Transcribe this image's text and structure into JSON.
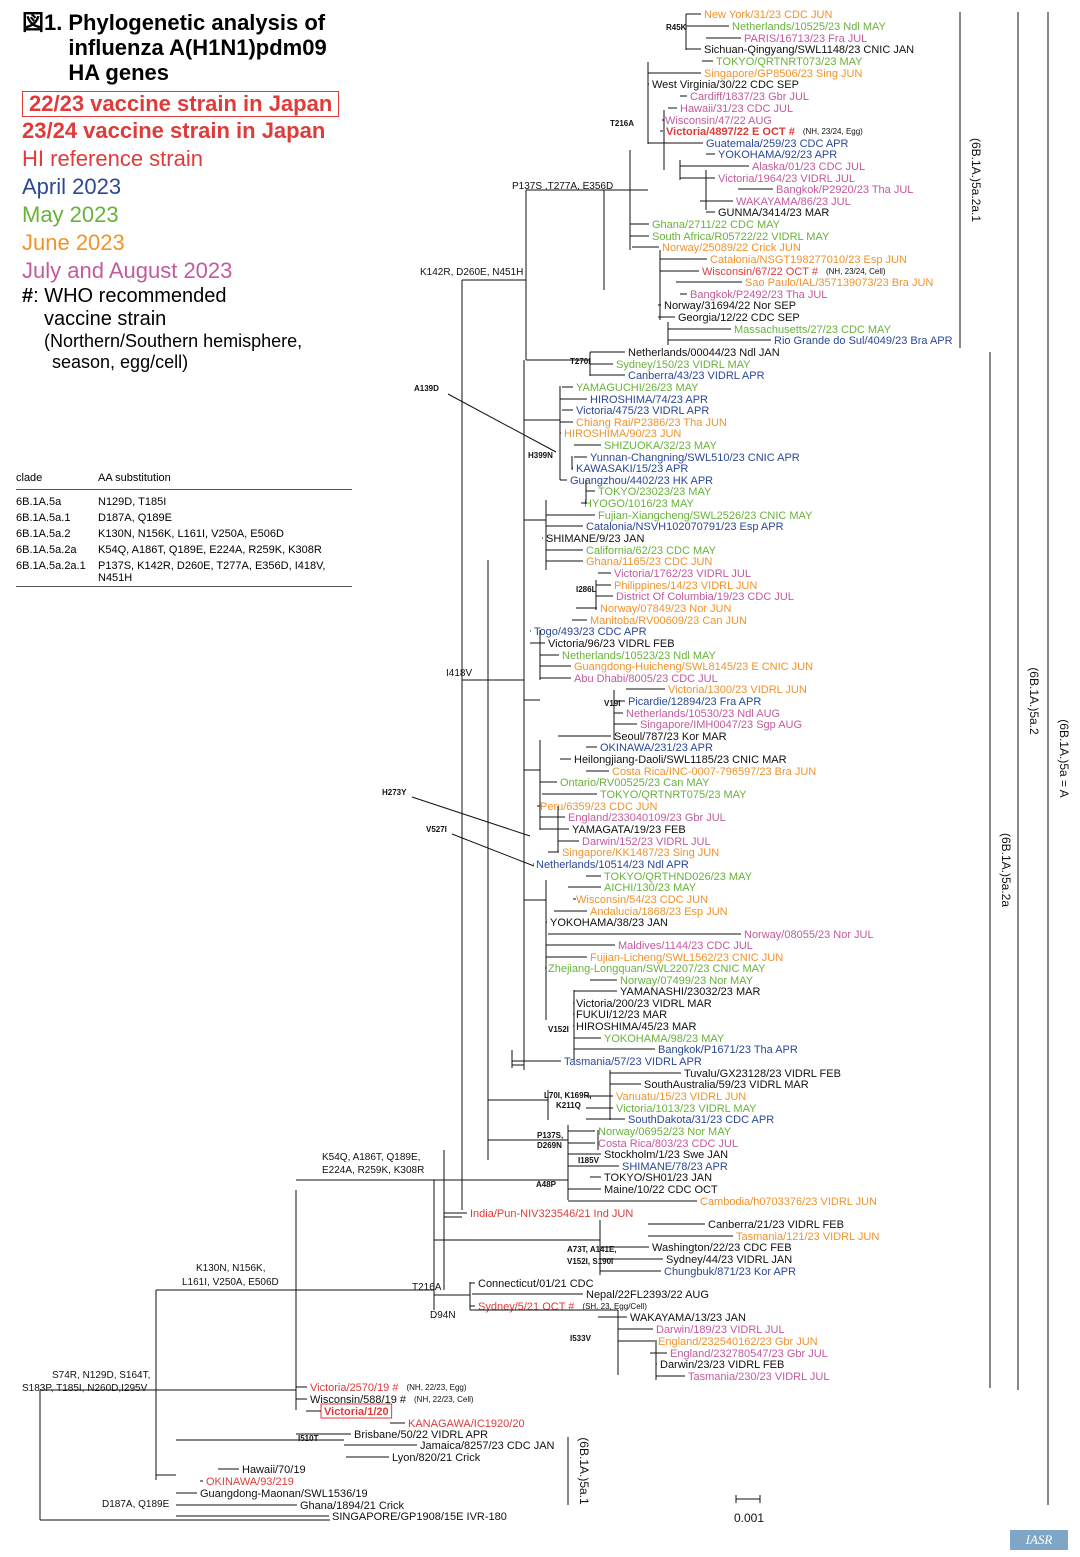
{
  "figure": {
    "number": "図1.",
    "title_lines": [
      "Phylogenetic analysis of",
      "influenza A(H1N1)pdm09",
      "HA genes"
    ]
  },
  "legend": {
    "items": [
      {
        "label": "22/23 vaccine strain in Japan",
        "color": "#e03b3b",
        "bold": true,
        "boxed": true
      },
      {
        "label": "23/24 vaccine strain in Japan",
        "color": "#e03b3b",
        "bold": true,
        "boxed": false
      },
      {
        "label": "HI reference strain",
        "color": "#e03b3b",
        "bold": false,
        "boxed": false
      },
      {
        "label": "April 2023",
        "color": "#2b4896",
        "bold": false,
        "boxed": false
      },
      {
        "label": "May 2023",
        "color": "#68b23a",
        "bold": false,
        "boxed": false
      },
      {
        "label": "June 2023",
        "color": "#f0932b",
        "bold": false,
        "boxed": false
      },
      {
        "label": "July and August 2023",
        "color": "#c25a9c",
        "bold": false,
        "boxed": false
      }
    ],
    "note_mark": "#",
    "note_lines": [
      ": WHO recommended",
      "vaccine strain"
    ],
    "note_sub_lines": [
      "(Northern/Southern hemisphere,",
      "season, egg/cell)"
    ]
  },
  "clade_table": {
    "headers": [
      "clade",
      "AA substitution"
    ],
    "rows": [
      [
        "6B.1A.5a",
        "N129D, T185I"
      ],
      [
        "6B.1A.5a.1",
        "D187A, Q189E"
      ],
      [
        "6B.1A.5a.2",
        "K130N, N156K, L161I, V250A, E506D"
      ],
      [
        "6B.1A.5a.2a",
        "K54Q, A186T, Q189E, E224A, R259K, K308R"
      ],
      [
        "6B.1A.5a.2a.1",
        "P137S, K142R, D260E, T277A, E356D, I418V, N451H"
      ]
    ]
  },
  "colors": {
    "black": "#111111",
    "red": "#e03b3b",
    "blue": "#2b4896",
    "green": "#68b23a",
    "orange": "#f0932b",
    "pink": "#c25a9c"
  },
  "scale_label": "0.001",
  "brand": "IASR",
  "clade_brackets": [
    {
      "label": "(6B.1A.)5a.2a.1"
    },
    {
      "label": "(6B.1A.)5a.2a"
    },
    {
      "label": "(6B.1A.)5a.2"
    },
    {
      "label": "(6B.1A.)5a = A"
    },
    {
      "label": "(6B.1A.)5a.1"
    }
  ],
  "mutations": [
    {
      "text": "R45K"
    },
    {
      "text": "T216A"
    },
    {
      "text": "P137S ,T277A, E356D"
    },
    {
      "text": "K142R, D260E, N451H"
    },
    {
      "text": "T270I"
    },
    {
      "text": "A139D"
    },
    {
      "text": "H399N"
    },
    {
      "text": "I286L"
    },
    {
      "text": "I418V"
    },
    {
      "text": "V19I"
    },
    {
      "text": "H273Y"
    },
    {
      "text": "V527I"
    },
    {
      "text": "V152I"
    },
    {
      "text": "L70I, K169R,"
    },
    {
      "text": "K211Q"
    },
    {
      "text": "P137S,"
    },
    {
      "text": "D269N"
    },
    {
      "text": "I185V"
    },
    {
      "text": "A48P"
    },
    {
      "text": "K54Q, A186T, Q189E,"
    },
    {
      "text": "E224A, R259K, K308R"
    },
    {
      "text": "K130N, N156K,"
    },
    {
      "text": "L161I, V250A, E506D"
    },
    {
      "text": "A73T, A141E,"
    },
    {
      "text": "V152I, S190I"
    },
    {
      "text": "T216A"
    },
    {
      "text": "D94N"
    },
    {
      "text": "I533V"
    },
    {
      "text": "S74R, N129D, S164T,"
    },
    {
      "text": "S183P, T185I, N260D,I295V"
    },
    {
      "text": "I510T"
    },
    {
      "text": "D187A,  Q189E"
    }
  ],
  "taxa": [
    {
      "label": "New York/31/23 CDC JUN",
      "color": "orange"
    },
    {
      "label": "Netherlands/10525/23 Ndl MAY",
      "color": "green"
    },
    {
      "label": "PARIS/16713/23 Fra JUL",
      "color": "pink"
    },
    {
      "label": "Sichuan-Qingyang/SWL1148/23 CNIC JAN",
      "color": "black"
    },
    {
      "label": "TOKYO/QRTNRT073/23 MAY",
      "color": "green"
    },
    {
      "label": "Singapore/GP8506/23 Sing JUN",
      "color": "orange"
    },
    {
      "label": "West Virginia/30/22 CDC SEP",
      "color": "black"
    },
    {
      "label": "Cardiff/1837/23 Gbr JUL",
      "color": "pink"
    },
    {
      "label": "Hawaii/31/23 CDC JUL",
      "color": "pink"
    },
    {
      "label": "Wisconsin/47/22 AUG",
      "color": "pink"
    },
    {
      "label": "Victoria/4897/22 E OCT #",
      "color": "red",
      "bold": true,
      "note": "(NH, 23/24, Egg)"
    },
    {
      "label": "Guatemala/259/23 CDC APR",
      "color": "blue"
    },
    {
      "label": "YOKOHAMA/92/23 APR",
      "color": "blue"
    },
    {
      "label": "Alaska/01/23 CDC JUL",
      "color": "pink"
    },
    {
      "label": "Victoria/1964/23 VIDRL JUL",
      "color": "pink"
    },
    {
      "label": "Bangkok/P2920/23 Tha JUL",
      "color": "pink"
    },
    {
      "label": "WAKAYAMA/86/23 JUL",
      "color": "pink"
    },
    {
      "label": "GUNMA/3414/23 MAR",
      "color": "black"
    },
    {
      "label": "Ghana/2711/22 CDC MAY",
      "color": "green"
    },
    {
      "label": "South Africa/R05722/22 VIDRL MAY",
      "color": "green"
    },
    {
      "label": "Norway/25089/22 Crick JUN",
      "color": "orange"
    },
    {
      "label": "Catalonia/NSGT198277010/23 Esp JUN",
      "color": "orange"
    },
    {
      "label": "Wisconsin/67/22 OCT #",
      "color": "red",
      "note": "(NH, 23/24, Cell)"
    },
    {
      "label": "Sao Paulo/IAL/357139073/23 Bra JUN",
      "color": "orange"
    },
    {
      "label": "Bangkok/P2492/23 Tha JUL",
      "color": "pink"
    },
    {
      "label": "Norway/31694/22 Nor SEP",
      "color": "black"
    },
    {
      "label": "Georgia/12/22 CDC SEP",
      "color": "black"
    },
    {
      "label": "Massachusetts/27/23 CDC MAY",
      "color": "green"
    },
    {
      "label": "Rio Grande do Sul/4049/23 Bra APR",
      "color": "blue"
    },
    {
      "label": "Netherlands/00044/23 Ndl JAN",
      "color": "black"
    },
    {
      "label": "Sydney/150/23 VIDRL MAY",
      "color": "green"
    },
    {
      "label": "Canberra/43/23 VIDRL APR",
      "color": "blue"
    },
    {
      "label": "YAMAGUCHI/26/23 MAY",
      "color": "green"
    },
    {
      "label": "HIROSHIMA/74/23 APR",
      "color": "blue"
    },
    {
      "label": "Victoria/475/23 VIDRL APR",
      "color": "blue"
    },
    {
      "label": "Chiang Rai/P2386/23 Tha JUN",
      "color": "orange"
    },
    {
      "label": "HIROSHIMA/90/23 JUN",
      "color": "orange"
    },
    {
      "label": "SHIZUOKA/32/23 MAY",
      "color": "green"
    },
    {
      "label": "Yunnan-Changning/SWL510/23 CNIC APR",
      "color": "blue"
    },
    {
      "label": "KAWASAKI/15/23 APR",
      "color": "blue"
    },
    {
      "label": "Guangzhou/4402/23 HK APR",
      "color": "blue"
    },
    {
      "label": "TOKYO/23023/23 MAY",
      "color": "green"
    },
    {
      "label": "HYOGO/1016/23 MAY",
      "color": "green"
    },
    {
      "label": "Fujian-Xiangcheng/SWL2526/23 CNIC MAY",
      "color": "green"
    },
    {
      "label": "Catalonia/NSVH102070791/23 Esp APR",
      "color": "blue"
    },
    {
      "label": "SHIMANE/9/23 JAN",
      "color": "black"
    },
    {
      "label": "California/62/23 CDC MAY",
      "color": "green"
    },
    {
      "label": "Ghana/1165/23 CDC JUN",
      "color": "orange"
    },
    {
      "label": "Victoria/1762/23 VIDRL JUL",
      "color": "pink"
    },
    {
      "label": "Philippines/14/23 VIDRL JUN",
      "color": "orange"
    },
    {
      "label": "District Of Columbia/19/23 CDC JUL",
      "color": "pink"
    },
    {
      "label": "Norway/07849/23 Nor JUN",
      "color": "orange"
    },
    {
      "label": "Manitoba/RV00609/23 Can JUN",
      "color": "orange"
    },
    {
      "label": "Togo/493/23 CDC APR",
      "color": "blue"
    },
    {
      "label": "Victoria/96/23 VIDRL FEB",
      "color": "black"
    },
    {
      "label": "Netherlands/10523/23 Ndl MAY",
      "color": "green"
    },
    {
      "label": "Guangdong-Huicheng/SWL8145/23 E CNIC JUN",
      "color": "orange"
    },
    {
      "label": "Abu Dhabi/8005/23 CDC JUL",
      "color": "pink"
    },
    {
      "label": "Victoria/1300/23 VIDRL JUN",
      "color": "orange"
    },
    {
      "label": "Picardie/12894/23 Fra APR",
      "color": "blue"
    },
    {
      "label": "Netherlands/10530/23 Ndl AUG",
      "color": "pink"
    },
    {
      "label": "Singapore/IMH0047/23 Sgp AUG",
      "color": "pink"
    },
    {
      "label": "Seoul/787/23 Kor MAR",
      "color": "black"
    },
    {
      "label": "OKINAWA/231/23 APR",
      "color": "blue"
    },
    {
      "label": "Heilongjiang-Daoli/SWL1185/23 CNIC MAR",
      "color": "black"
    },
    {
      "label": "Costa Rica/INC-0007-796597/23 Bra JUN",
      "color": "orange"
    },
    {
      "label": "Ontario/RV00525/23 Can MAY",
      "color": "green"
    },
    {
      "label": "TOKYO/QRTNRT075/23 MAY",
      "color": "green"
    },
    {
      "label": "Peru/6359/23 CDC JUN",
      "color": "orange"
    },
    {
      "label": "England/233040109/23 Gbr JUL",
      "color": "pink"
    },
    {
      "label": "YAMAGATA/19/23 FEB",
      "color": "black"
    },
    {
      "label": "Darwin/152/23 VIDRL JUL",
      "color": "pink"
    },
    {
      "label": "Singapore/KK1487/23 Sing JUN",
      "color": "orange"
    },
    {
      "label": "Netherlands/10514/23 Ndl APR",
      "color": "blue"
    },
    {
      "label": "TOKYO/QRTHND026/23 MAY",
      "color": "green"
    },
    {
      "label": "AICHI/130/23 MAY",
      "color": "green"
    },
    {
      "label": "Wisconsin/54/23 CDC JUN",
      "color": "orange"
    },
    {
      "label": "Andalucia/1868/23 Esp JUN",
      "color": "orange"
    },
    {
      "label": "YOKOHAMA/38/23 JAN",
      "color": "black"
    },
    {
      "label": "Norway/08055/23 Nor JUL",
      "color": "pink"
    },
    {
      "label": "Maldives/1144/23 CDC JUL",
      "color": "pink"
    },
    {
      "label": "Fujian-Licheng/SWL1562/23 CNIC JUN",
      "color": "orange"
    },
    {
      "label": "Zhejiang-Longquan/SWL2207/23 CNIC MAY",
      "color": "green"
    },
    {
      "label": "Norway/07499/23 Nor MAY",
      "color": "green"
    },
    {
      "label": "YAMANASHI/23032/23 MAR",
      "color": "black"
    },
    {
      "label": "Victoria/200/23 VIDRL MAR",
      "color": "black"
    },
    {
      "label": "FUKUI/12/23 MAR",
      "color": "black"
    },
    {
      "label": "HIROSHIMA/45/23 MAR",
      "color": "black"
    },
    {
      "label": "YOKOHAMA/98/23 MAY",
      "color": "green"
    },
    {
      "label": "Bangkok/P1671/23 Tha APR",
      "color": "blue"
    },
    {
      "label": "Tasmania/57/23 VIDRL APR",
      "color": "blue"
    },
    {
      "label": "Tuvalu/GX23128/23 VIDRL FEB",
      "color": "black"
    },
    {
      "label": "SouthAustralia/59/23 VIDRL MAR",
      "color": "black"
    },
    {
      "label": "Vanuatu/15/23 VIDRL JUN",
      "color": "orange"
    },
    {
      "label": "Victoria/1013/23 VIDRL MAY",
      "color": "green"
    },
    {
      "label": "SouthDakota/31/23 CDC APR",
      "color": "blue"
    },
    {
      "label": "Norway/06952/23 Nor MAY",
      "color": "green"
    },
    {
      "label": "Costa Rica/803/23 CDC JUL",
      "color": "pink"
    },
    {
      "label": "Stockholm/1/23 Swe JAN",
      "color": "black"
    },
    {
      "label": "SHIMANE/78/23 APR",
      "color": "blue"
    },
    {
      "label": "TOKYO/SH01/23 JAN",
      "color": "black"
    },
    {
      "label": "Maine/10/22 CDC OCT",
      "color": "black"
    },
    {
      "label": "Cambodia/h0703376/23 VIDRL JUN",
      "color": "orange"
    },
    {
      "label": "India/Pun-NIV323546/21 Ind JUN",
      "color": "red"
    },
    {
      "label": "Canberra/21/23 VIDRL FEB",
      "color": "black"
    },
    {
      "label": "Tasmania/121/23 VIDRL JUN",
      "color": "orange"
    },
    {
      "label": "Washington/22/23 CDC FEB",
      "color": "black"
    },
    {
      "label": "Sydney/44/23 VIDRL JAN",
      "color": "black"
    },
    {
      "label": "Chungbuk/871/23 Kor APR",
      "color": "blue"
    },
    {
      "label": "Connecticut/01/21 CDC",
      "color": "black"
    },
    {
      "label": "Nepal/22FL2393/22 AUG",
      "color": "black"
    },
    {
      "label": "Sydney/5/21 OCT #",
      "color": "red",
      "note": "(SH, 23, Egg/Cell)"
    },
    {
      "label": "WAKAYAMA/13/23 JAN",
      "color": "black"
    },
    {
      "label": "Darwin/189/23 VIDRL JUL",
      "color": "pink"
    },
    {
      "label": "England/232540162/23 Gbr JUN",
      "color": "orange"
    },
    {
      "label": "England/232780547/23 Gbr JUL",
      "color": "pink"
    },
    {
      "label": "Darwin/23/23 VIDRL FEB",
      "color": "black"
    },
    {
      "label": "Tasmania/230/23 VIDRL JUL",
      "color": "pink"
    },
    {
      "label": "Victoria/2570/19 #",
      "color": "red",
      "note": "(NH, 22/23, Egg)"
    },
    {
      "label": "Wisconsin/588/19 #",
      "color": "black",
      "note": "(NH, 22/23, Cell)"
    },
    {
      "label": "Victoria/1/20",
      "color": "red",
      "bold": true,
      "boxed": true
    },
    {
      "label": "KANAGAWA/IC1920/20",
      "color": "red"
    },
    {
      "label": "Brisbane/50/22 VIDRL APR",
      "color": "black"
    },
    {
      "label": "Jamaica/8257/23 CDC JAN",
      "color": "black"
    },
    {
      "label": "Lyon/820/21 Crick",
      "color": "black"
    },
    {
      "label": "Hawaii/70/19",
      "color": "black"
    },
    {
      "label": "OKINAWA/93/219",
      "color": "red"
    },
    {
      "label": "Guangdong-Maonan/SWL1536/19",
      "color": "black"
    },
    {
      "label": "Ghana/1894/21 Crick",
      "color": "black"
    },
    {
      "label": "SINGAPORE/GP1908/15E IVR-180",
      "color": "black"
    }
  ]
}
